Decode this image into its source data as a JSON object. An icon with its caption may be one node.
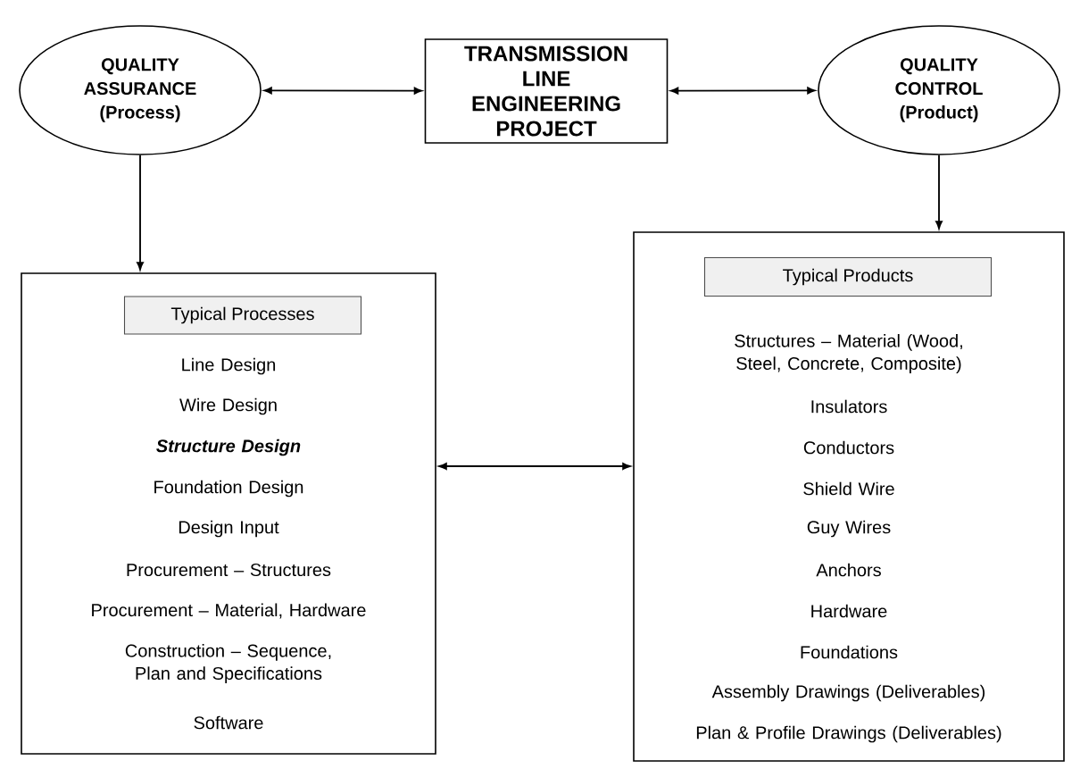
{
  "diagram": {
    "nodes": [
      {
        "text": [
          "QUALITY ASSURANCE (Process)"
        ]
      },
      {
        "text": [
          "TRANSMISSION LINE ENGINEERING PROJECT"
        ]
      },
      {
        "text": [
          "QUALITY CONTROL (Product)"
        ]
      },
      {
        "text": [
          "Line Design",
          "Wire Design",
          "Structure Design",
          "Foundation Design",
          "Design Input",
          "Procurement – Structures",
          "Procurement – Material, Hardware",
          "Construction – Sequence, Plan and Specifications",
          "Software"
        ]
      },
      {
        "text": [
          "Typical Processes"
        ],
        "in": 3
      },
      {
        "text": [
          "Structures – Material (Wood, Steel, Concrete, Composite)",
          "Insulators",
          "Conductors",
          "Shield Wire",
          "Guy Wires",
          "Anchors",
          "Hardware",
          "Foundations",
          "Assembly Drawings  (Deliverables)",
          "Plan & Profile Drawings (Deliverables)"
        ]
      },
      {
        "text": [
          "Typical Products"
        ],
        "in": 5
      }
    ],
    "edges": [
      {
        "from": 0,
        "to": 1,
        "arrow": "both"
      },
      {
        "from": 1,
        "to": 2,
        "arrow": "both"
      },
      {
        "from": 0,
        "to": 3,
        "arrow": "to"
      },
      {
        "from": 2,
        "to": 5,
        "arrow": "to"
      },
      {
        "from": 3,
        "to": 5,
        "arrow": "both"
      }
    ]
  }
}
